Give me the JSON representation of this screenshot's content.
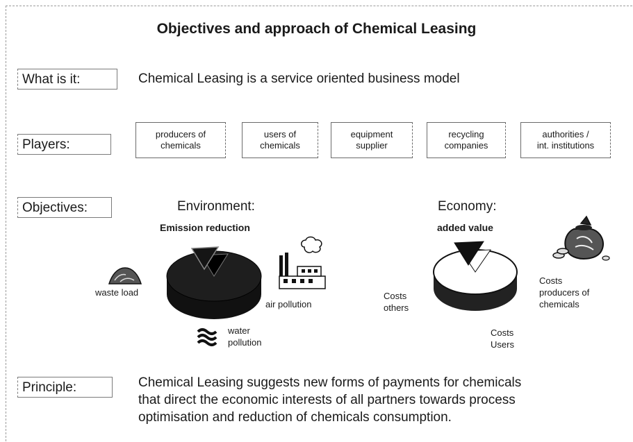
{
  "title": "Objectives and  approach of Chemical Leasing",
  "what_is_it": {
    "label": "What is it:",
    "text": "Chemical Leasing is a service oriented business model"
  },
  "players": {
    "label": "Players:",
    "items": [
      {
        "line1": "producers of",
        "line2": "chemicals"
      },
      {
        "line1": "users of",
        "line2": "chemicals"
      },
      {
        "line1": "equipment",
        "line2": "supplier"
      },
      {
        "line1": "recycling",
        "line2": "companies"
      },
      {
        "line1": "authorities /",
        "line2": "int. institutions"
      }
    ]
  },
  "objectives": {
    "label": "Objectives:",
    "environment": {
      "heading": "Environment:",
      "highlight": "Emission reduction",
      "waste_load": "waste load",
      "air_pollution": "air pollution",
      "water_line1": "water",
      "water_line2": "pollution"
    },
    "economy": {
      "heading": "Economy:",
      "highlight": "added value",
      "costs_others_line1": "Costs",
      "costs_others_line2": "others",
      "costs_users_line1": "Costs",
      "costs_users_line2": "Users",
      "costs_producers_line1": "Costs",
      "costs_producers_line2": "producers of",
      "costs_producers_line3": "chemicals"
    }
  },
  "principle": {
    "label": "Principle:",
    "line1": "Chemical Leasing suggests new forms of payments for chemicals",
    "line2": "that direct the economic interests of all  partners towards process",
    "line3": "optimisation and reduction of chemicals consumption."
  },
  "colors": {
    "pie_dark": "#111111",
    "pie_light": "#ffffff",
    "border": "#6a6a6a"
  }
}
